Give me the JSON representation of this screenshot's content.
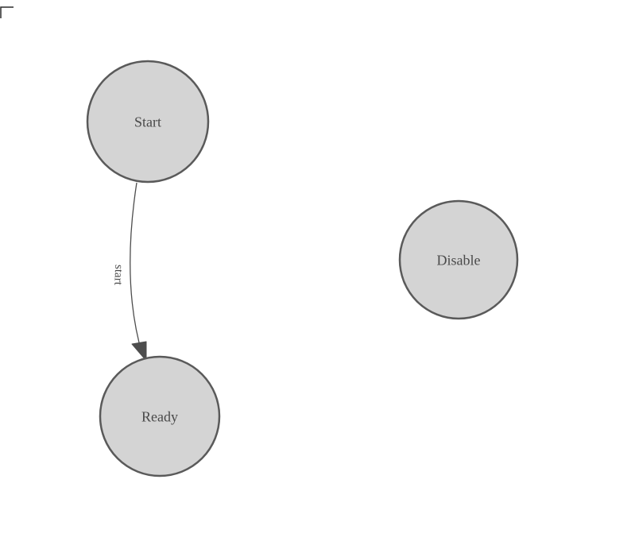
{
  "colors": {
    "node_fill": "#d4d4d4",
    "node_stroke": "#5a5a5a",
    "edge_color": "#4d4d4d",
    "text_color": "#4a4a4a",
    "background": "#ffffff"
  },
  "diagram": {
    "nodes": [
      {
        "id": "start",
        "label": "Start"
      },
      {
        "id": "ready",
        "label": "Ready"
      },
      {
        "id": "disable",
        "label": "Disable"
      }
    ],
    "edges": [
      {
        "from": "start",
        "to": "ready",
        "label": "start"
      }
    ]
  }
}
